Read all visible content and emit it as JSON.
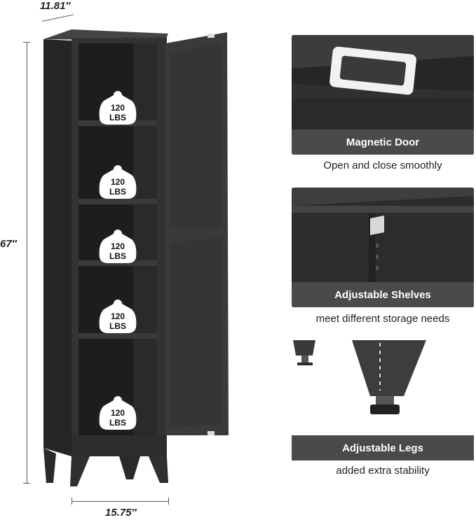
{
  "dimensions": {
    "depth": "11.81″",
    "height": "67″",
    "width": "15.75″"
  },
  "shelf_badges": [
    {
      "line1": "120",
      "line2": "LBS"
    },
    {
      "line1": "120",
      "line2": "LBS"
    },
    {
      "line1": "120",
      "line2": "LBS"
    },
    {
      "line1": "120",
      "line2": "LBS"
    },
    {
      "line1": "120",
      "line2": "LBS"
    }
  ],
  "features": {
    "door": {
      "title": "Magnetic Door",
      "caption": "Open and close smoothly"
    },
    "shelves": {
      "title": "Adjustable Shelves",
      "caption": "meet different storage needs"
    },
    "legs": {
      "title": "Adjustable Legs",
      "caption": "added extra stability"
    }
  },
  "colors": {
    "cabinet": "#2f2f2f",
    "caption_bar": "#4a4a4a"
  }
}
